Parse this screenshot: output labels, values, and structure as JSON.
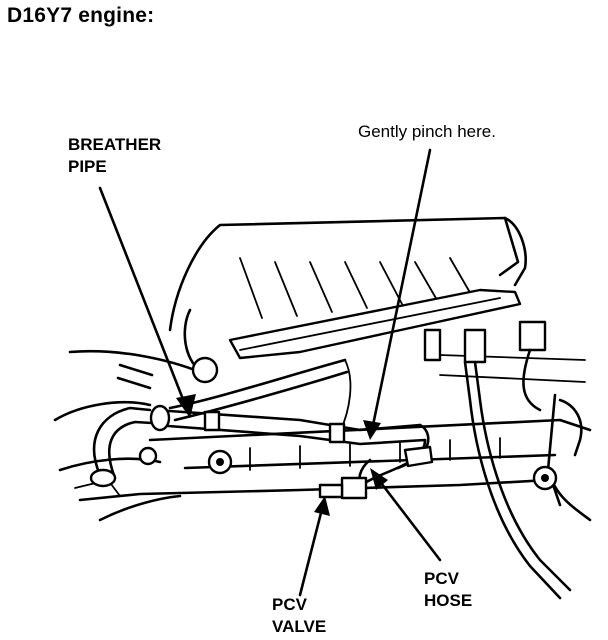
{
  "title": "D16Y7 engine:",
  "labels": {
    "breather_pipe_line1": "BREATHER",
    "breather_pipe_line2": "PIPE",
    "pinch_note": "Gently pinch here.",
    "pcv_valve_line1": "PCV",
    "pcv_valve_line2": "VALVE",
    "pcv_hose_line1": "PCV",
    "pcv_hose_line2": "HOSE"
  }
}
